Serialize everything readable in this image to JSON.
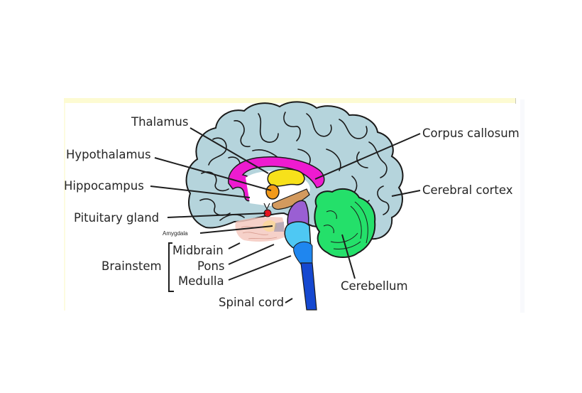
{
  "figure": {
    "title": "Brain anatomy (sagittal section)",
    "colors": {
      "cortex": "#b5d4dc",
      "corpus_callosum": "#ee1bd0",
      "thalamus": "#f7e11a",
      "hypothalamus": "#f29a1a",
      "pituitary": "#e4131f",
      "midbrain_tan": "#d39a5e",
      "midbrain": "#9a5fd3",
      "pons": "#4ec8f3",
      "medulla": "#1f86ef",
      "spinal_cord": "#1548d0",
      "cerebellum": "#24e06a",
      "amygdala_region": "#f4c9bf"
    },
    "labels": {
      "thalamus": "Thalamus",
      "hypothalamus": "Hypothalamus",
      "hippocampus": "Hippocampus",
      "pituitary_gland": "Pituitary gland",
      "amygdala": "Amygdala",
      "brainstem": "Brainstem",
      "midbrain": "Midbrain",
      "pons": "Pons",
      "medulla": "Medulla",
      "spinal_cord": "Spinal cord",
      "corpus_callosum": "Corpus callosum",
      "cerebral_cortex": "Cerebral cortex",
      "cerebellum": "Cerebellum"
    }
  }
}
